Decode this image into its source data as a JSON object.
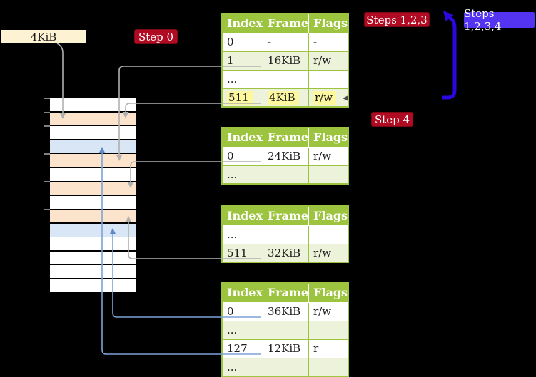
{
  "palette": {
    "background": "#000000",
    "table_header_bg": "#9cc43e",
    "table_header_text": "#ffffff",
    "table_row_alt_bg": "#edf2da",
    "table_border": "#9cc43e",
    "highlight_bg": "#fdf79e",
    "memory_free": "#ffffff",
    "memory_table": "#fce3cc",
    "memory_page": "#d8e6f6",
    "size_label_bg": "#fdf2d2",
    "step_label_bg": "#b00b22",
    "steps_blue_label_bg": "#5434f0",
    "blue_arrow": "#2a08e0",
    "gray_connector": "#b0b0b0",
    "blue_connector": "#7da2d8",
    "blue_connector_head": "#5f87c5",
    "tick": "#808080"
  },
  "labels": {
    "size": "4KiB",
    "step0": "Step 0",
    "steps123": "Steps 1,2,3",
    "steps1234": "Steps 1,2,3,4",
    "step4": "Step 4"
  },
  "memory_column": {
    "rows": [
      "free",
      "table",
      "free",
      "page",
      "table",
      "free",
      "table",
      "free",
      "table",
      "page",
      "free",
      "free",
      "free",
      "free"
    ],
    "tick_rows": [
      0,
      1,
      2,
      4,
      6,
      8
    ]
  },
  "tables": [
    {
      "name": "page-table-1",
      "headers": [
        "Index",
        "Frame",
        "Flags"
      ],
      "rows": [
        {
          "cells": [
            "0",
            "-",
            "-"
          ],
          "highlight": false
        },
        {
          "cells": [
            "1",
            "16KiB",
            "r/w"
          ],
          "highlight": false
        },
        {
          "cells": [
            "...",
            "",
            ""
          ],
          "highlight": false
        },
        {
          "cells": [
            "511",
            "4KiB",
            "r/w"
          ],
          "highlight": true
        }
      ]
    },
    {
      "name": "page-table-2",
      "headers": [
        "Index",
        "Frame",
        "Flags"
      ],
      "rows": [
        {
          "cells": [
            "0",
            "24KiB",
            "r/w"
          ],
          "highlight": false
        },
        {
          "cells": [
            "...",
            "",
            ""
          ],
          "highlight": false
        }
      ]
    },
    {
      "name": "page-table-3",
      "headers": [
        "Index",
        "Frame",
        "Flags"
      ],
      "rows": [
        {
          "cells": [
            "...",
            "",
            ""
          ],
          "highlight": false
        },
        {
          "cells": [
            "511",
            "32KiB",
            "r/w"
          ],
          "highlight": false
        }
      ]
    },
    {
      "name": "page-table-4",
      "headers": [
        "Index",
        "Frame",
        "Flags"
      ],
      "rows": [
        {
          "cells": [
            "0",
            "36KiB",
            "r/w"
          ],
          "highlight": false
        },
        {
          "cells": [
            "...",
            "",
            ""
          ],
          "highlight": false
        },
        {
          "cells": [
            "127",
            "12KiB",
            "r"
          ],
          "highlight": false
        },
        {
          "cells": [
            "...",
            "",
            ""
          ],
          "highlight": false
        }
      ]
    }
  ]
}
